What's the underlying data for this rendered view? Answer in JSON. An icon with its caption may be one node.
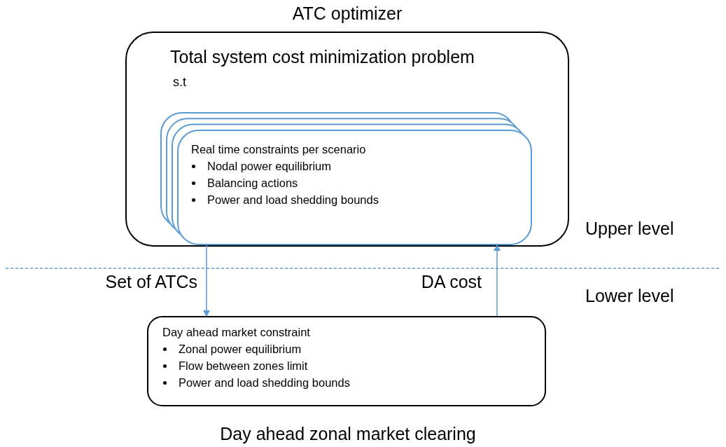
{
  "diagram": {
    "nodes": [
      {
        "text": [
          "ATC optimizer",
          "Total system cost minimization problem",
          "s.t"
        ]
      },
      {
        "text": [
          "Real time constraints per scenario",
          "Nodal power equilibrium",
          "Balancing actions",
          "Power and load shedding bounds"
        ],
        "in": 0
      },
      {
        "text": [
          "Day ahead market constraint",
          "Zonal power equilibrium",
          "Flow between zones limit",
          "Power and load shedding bounds"
        ],
        "beside": [
          "Day ahead zonal market clearing"
        ]
      }
    ],
    "edges": [
      {
        "from": 1,
        "to": 2,
        "arrow": "to",
        "label": "Set of ATCs"
      },
      {
        "from": 2,
        "to": 1,
        "arrow": "to",
        "label": "DA cost"
      }
    ],
    "labels": [
      "Upper level",
      "Lower level"
    ]
  }
}
